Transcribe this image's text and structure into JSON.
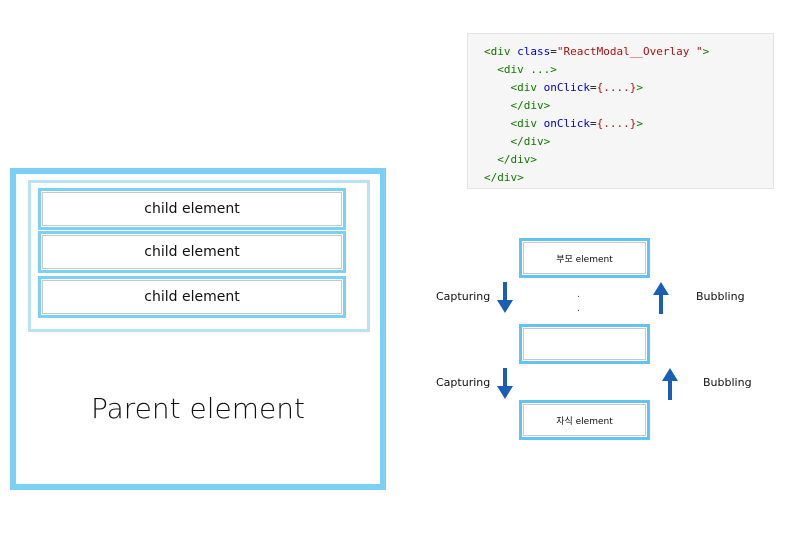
{
  "left_diagram": {
    "children": [
      "child element",
      "child element",
      "child element"
    ],
    "parent_label": "Parent element"
  },
  "code_block": {
    "lines": [
      {
        "indent": "",
        "parts": [
          [
            "tag",
            "<div "
          ],
          [
            "attr",
            "class"
          ],
          [
            "plain",
            "="
          ],
          [
            "str",
            "\"ReactModal__Overlay \""
          ],
          [
            "tag",
            ">"
          ]
        ]
      },
      {
        "indent": "  ",
        "parts": [
          [
            "tag",
            "<div ...>"
          ]
        ]
      },
      {
        "indent": "    ",
        "parts": [
          [
            "tag",
            "<div "
          ],
          [
            "attr",
            "onClick"
          ],
          [
            "plain",
            "="
          ],
          [
            "str",
            "{....}"
          ],
          [
            "tag",
            ">"
          ]
        ]
      },
      {
        "indent": "    ",
        "parts": [
          [
            "tag",
            "</div>"
          ]
        ]
      },
      {
        "indent": "    ",
        "parts": [
          [
            "tag",
            "<div "
          ],
          [
            "attr",
            "onClick"
          ],
          [
            "plain",
            "="
          ],
          [
            "str",
            "{....}"
          ],
          [
            "tag",
            ">"
          ]
        ]
      },
      {
        "indent": "    ",
        "parts": [
          [
            "tag",
            "</div>"
          ]
        ]
      },
      {
        "indent": "  ",
        "parts": [
          [
            "tag",
            "</div>"
          ]
        ]
      },
      {
        "indent": "",
        "parts": [
          [
            "tag",
            "</div>"
          ]
        ]
      }
    ]
  },
  "flow_diagram": {
    "top_box": "부모 element",
    "middle_box": "",
    "bottom_box": "자식 element",
    "capturing_label": "Capturing",
    "bubbling_label": "Bubbling",
    "ellipsis": [
      ".",
      "."
    ],
    "arrow_color": "#1a5fb4"
  }
}
